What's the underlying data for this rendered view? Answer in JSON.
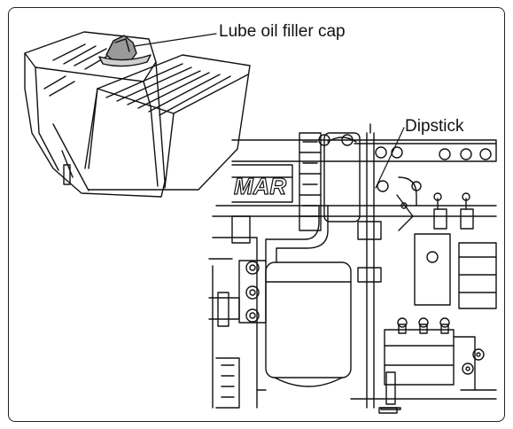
{
  "callouts": {
    "filler_cap": "Lube oil filler cap",
    "dipstick": "Dipstick"
  },
  "engine_brand_partial": "MAR"
}
